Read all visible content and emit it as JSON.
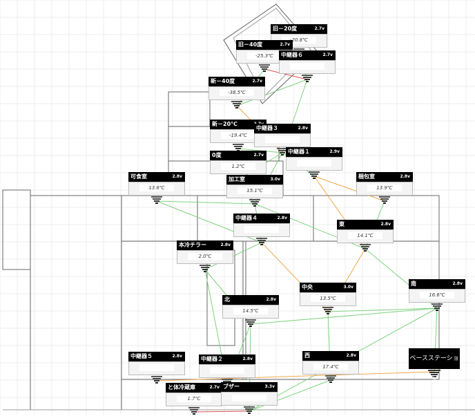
{
  "colors": {
    "link_good": "#7fd17f",
    "link_warn": "#f0a64a",
    "link_bad": "#e05050",
    "wall": "#666666"
  },
  "nodes": [
    {
      "id": "n_old20",
      "name": "旧－20度",
      "voltage": "2.7v",
      "value": "-20.8℃"
    },
    {
      "id": "n_old40",
      "name": "旧－40度",
      "voltage": "2.7v",
      "value": "-25.3℃"
    },
    {
      "id": "n_relay6",
      "name": "中継器６",
      "voltage": "2.7v",
      "value": ""
    },
    {
      "id": "n_new40",
      "name": "新－40度",
      "voltage": "2.7v",
      "value": "-38.5℃"
    },
    {
      "id": "n_new20",
      "name": "新－20℃",
      "voltage": "2.7v",
      "value": "-19.4℃"
    },
    {
      "id": "n_relay3",
      "name": "中継器３",
      "voltage": "2.8v",
      "value": ""
    },
    {
      "id": "n_zero",
      "name": "0度",
      "voltage": "2.7v",
      "value": "1.2℃"
    },
    {
      "id": "n_relay1",
      "name": "中継器１",
      "voltage": "2.9v",
      "value": ""
    },
    {
      "id": "n_shoku",
      "name": "可食室",
      "voltage": "2.8v",
      "value": "13.6℃"
    },
    {
      "id": "n_kako",
      "name": "加工室",
      "voltage": "3.0v",
      "value": "15.1℃"
    },
    {
      "id": "n_konpo",
      "name": "梱包室",
      "voltage": "2.8v",
      "value": "13.9℃"
    },
    {
      "id": "n_relay4",
      "name": "中継器４",
      "voltage": "2.8v",
      "value": ""
    },
    {
      "id": "n_east",
      "name": "東",
      "voltage": "2.8v",
      "value": "14.1℃"
    },
    {
      "id": "n_chiller",
      "name": "本冷チラー",
      "voltage": "2.8v",
      "value": "2.0℃"
    },
    {
      "id": "n_center",
      "name": "中央",
      "voltage": "3.0v",
      "value": "13.5℃"
    },
    {
      "id": "n_south",
      "name": "南",
      "voltage": "2.8v",
      "value": "16.6℃"
    },
    {
      "id": "n_north",
      "name": "北",
      "voltage": "2.8v",
      "value": "14.5℃"
    },
    {
      "id": "n_relay5",
      "name": "中継器５",
      "voltage": "2.8v",
      "value": ""
    },
    {
      "id": "n_relay2",
      "name": "中継器２",
      "voltage": "2.8v",
      "value": ""
    },
    {
      "id": "n_west",
      "name": "西",
      "voltage": "2.8v",
      "value": "17.4℃"
    },
    {
      "id": "n_rei",
      "name": "と体冷蔵庫",
      "voltage": "2.7v",
      "value": "1.7℃"
    },
    {
      "id": "n_buzzer",
      "name": "ブザー",
      "voltage": "3.3v",
      "value": ""
    }
  ],
  "base_station": {
    "label": "ベースステーション"
  },
  "links": [
    [
      "n_relay6",
      "n_old20",
      "link_good"
    ],
    [
      "n_relay6",
      "n_old40",
      "link_bad"
    ],
    [
      "n_relay6",
      "n_new40",
      "link_good"
    ],
    [
      "n_relay6",
      "n_relay3",
      "link_good"
    ],
    [
      "n_new40",
      "n_relay3",
      "link_warn"
    ],
    [
      "n_new40",
      "n_old40",
      "link_good"
    ],
    [
      "n_relay3",
      "n_new20",
      "link_good"
    ],
    [
      "n_relay3",
      "n_zero",
      "link_good"
    ],
    [
      "n_relay3",
      "n_kako",
      "link_good"
    ],
    [
      "n_relay3",
      "n_relay1",
      "link_good"
    ],
    [
      "n_relay1",
      "n_east",
      "link_warn"
    ],
    [
      "n_relay1",
      "n_konpo",
      "link_warn"
    ],
    [
      "n_konpo",
      "n_east",
      "link_good"
    ],
    [
      "n_kako",
      "n_zero",
      "link_good"
    ],
    [
      "n_kako",
      "n_relay4",
      "link_good"
    ],
    [
      "n_kako",
      "n_shoku",
      "link_good"
    ],
    [
      "n_shoku",
      "n_relay4",
      "link_good"
    ],
    [
      "n_kako",
      "n_east",
      "link_good"
    ],
    [
      "n_relay4",
      "n_center",
      "link_warn"
    ],
    [
      "n_relay4",
      "n_chiller",
      "link_good"
    ],
    [
      "n_east",
      "n_center",
      "link_warn"
    ],
    [
      "n_east",
      "n_south",
      "link_good"
    ],
    [
      "n_chiller",
      "n_north",
      "link_good"
    ],
    [
      "n_chiller",
      "n_relay2",
      "link_good"
    ],
    [
      "n_center",
      "n_south",
      "link_good"
    ],
    [
      "n_center",
      "n_west",
      "link_good"
    ],
    [
      "n_north",
      "n_relay2",
      "link_good"
    ],
    [
      "n_north",
      "n_south",
      "link_good"
    ],
    [
      "n_north",
      "n_buzzer",
      "link_good"
    ],
    [
      "n_west",
      "n_buzzer",
      "link_good"
    ],
    [
      "n_south",
      "n_buzzer",
      "link_good"
    ],
    [
      "n_south",
      "base",
      "link_good"
    ],
    [
      "n_relay5",
      "base",
      "link_warn"
    ],
    [
      "n_relay2",
      "n_buzzer",
      "link_good"
    ],
    [
      "n_rei",
      "n_buzzer",
      "link_bad"
    ]
  ]
}
